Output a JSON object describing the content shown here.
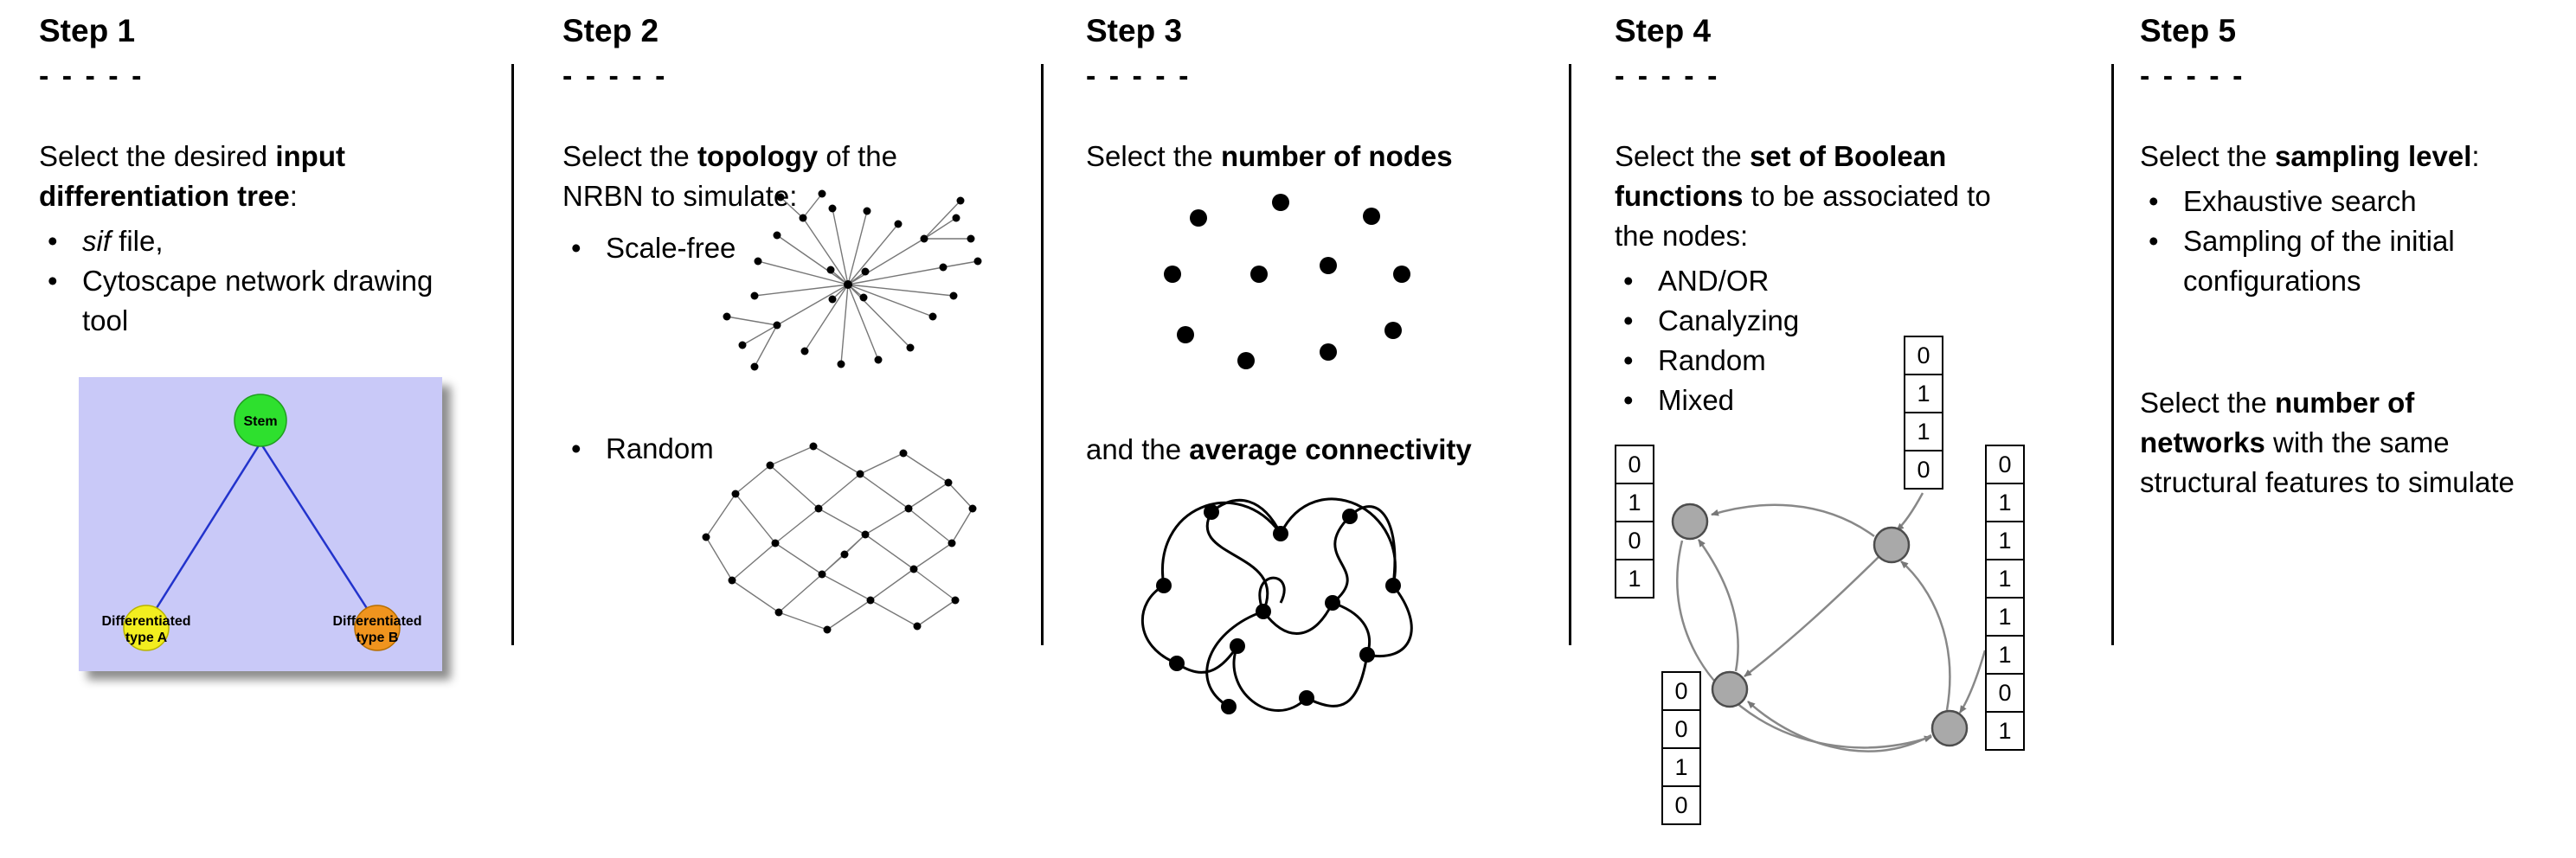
{
  "steps": [
    {
      "title": "Step 1",
      "dashes": "- - - - -",
      "intro": {
        "pre": "Select the desired ",
        "bold": "input differentiation tree",
        "post": ":"
      },
      "bullets": [
        {
          "italic": "sif",
          "rest": " file,"
        },
        {
          "text": "Cytoscape network drawing tool"
        }
      ],
      "tree": {
        "root": "Stem",
        "left_line1": "Differentiated",
        "left_line2": "type A",
        "right_line1": "Differentiated",
        "right_line2": "type B"
      }
    },
    {
      "title": "Step 2",
      "dashes": "- - - - -",
      "intro": {
        "pre": "Select the ",
        "bold": "topology",
        "post": " of the NRBN to simulate:"
      },
      "bullets": [
        {
          "text": "Scale-free"
        },
        {
          "text": "Random"
        }
      ]
    },
    {
      "title": "Step 3",
      "dashes": "- - - - -",
      "line1": {
        "pre": "Select the ",
        "bold": "number of nodes"
      },
      "line2": {
        "pre": "and the ",
        "bold": "average connectivity"
      }
    },
    {
      "title": "Step 4",
      "dashes": "- - - - -",
      "intro": {
        "pre": "Select the ",
        "bold": "set of Boolean functions",
        "post": " to be associated to the nodes:"
      },
      "bullets": [
        {
          "text": "AND/OR"
        },
        {
          "text": "Canalyzing"
        },
        {
          "text": "Random"
        },
        {
          "text": "Mixed"
        }
      ],
      "truth_tables": {
        "left": [
          "0",
          "1",
          "0",
          "1"
        ],
        "top": [
          "0",
          "1",
          "1",
          "0"
        ],
        "right": [
          "0",
          "1",
          "1",
          "1",
          "1",
          "1",
          "0",
          "1"
        ],
        "bottom_left": [
          "0",
          "0",
          "1",
          "0"
        ]
      }
    },
    {
      "title": "Step 5",
      "dashes": "- - - - -",
      "intro": {
        "pre": "Select the ",
        "bold": "sampling level",
        "post": ":"
      },
      "bullets": [
        {
          "text": "Exhaustive search"
        },
        {
          "text": "Sampling of the initial configurations"
        }
      ],
      "para2": {
        "pre": "Select the ",
        "bold": "number of networks",
        "post": " with the same structural features to simulate"
      }
    }
  ],
  "colors": {
    "tree_background": "#c9c9f8",
    "stem_node": "#2ee02e",
    "type_a_node": "#f2ee1f",
    "type_b_node": "#f0941e",
    "tree_edge": "#2233cc",
    "boolean_node_fill": "#a9a9a9",
    "arrow_gray": "#808080"
  }
}
